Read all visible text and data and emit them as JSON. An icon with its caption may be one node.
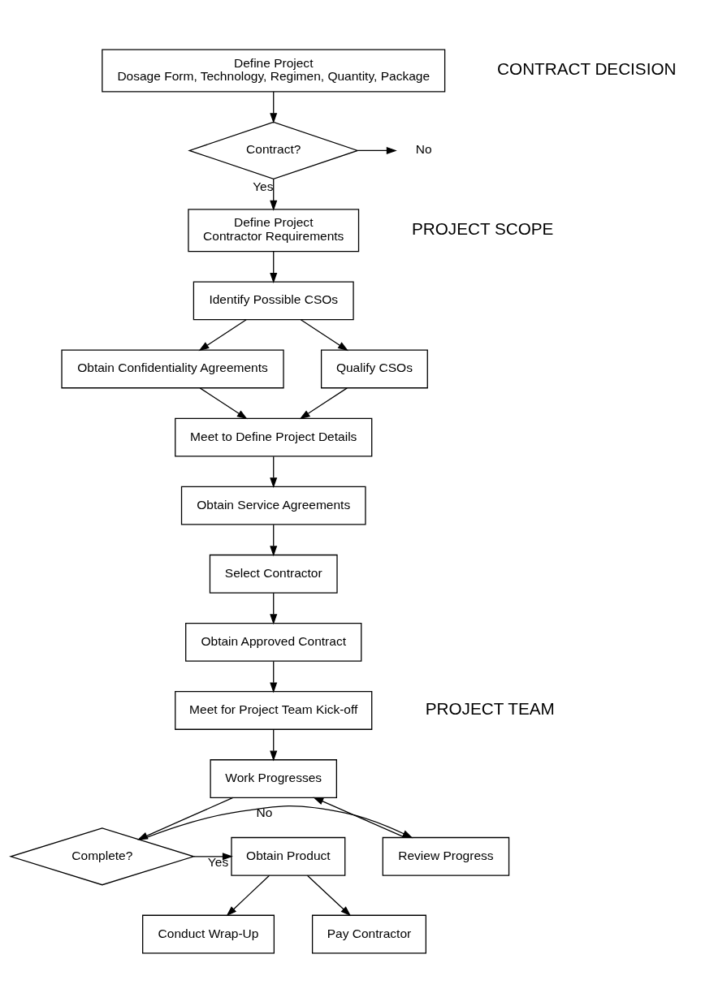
{
  "diagram": {
    "nodes": [
      {
        "text": [
          "Define Project",
          "Dosage Form, Technology, Regimen, Quantity, Package"
        ]
      },
      {
        "text": [
          "Contract?"
        ]
      },
      {
        "text": [
          "No"
        ]
      },
      {
        "text": [
          "Define Project",
          "Contractor Requirements"
        ]
      },
      {
        "text": [
          "Identify Possible CSOs"
        ]
      },
      {
        "text": [
          "Obtain Confidentiality Agreements"
        ]
      },
      {
        "text": [
          "Qualify CSOs"
        ]
      },
      {
        "text": [
          "Meet to Define Project Details"
        ]
      },
      {
        "text": [
          "Obtain Service Agreements"
        ]
      },
      {
        "text": [
          "Select Contractor"
        ]
      },
      {
        "text": [
          "Obtain Approved Contract"
        ]
      },
      {
        "text": [
          "Meet for Project Team Kick-off"
        ]
      },
      {
        "text": [
          "Work Progresses"
        ]
      },
      {
        "text": [
          "Complete?"
        ]
      },
      {
        "text": [
          "Review Progress"
        ]
      },
      {
        "text": [
          "Obtain Product"
        ]
      },
      {
        "text": [
          "Conduct Wrap-Up"
        ]
      },
      {
        "text": [
          "Pay Contractor"
        ]
      }
    ],
    "edges": [
      {
        "from": 0,
        "to": 1,
        "arrow": "to"
      },
      {
        "from": 1,
        "to": 2,
        "arrow": "to"
      },
      {
        "from": 1,
        "to": 3,
        "arrow": "to",
        "label": "Yes"
      },
      {
        "from": 3,
        "to": 4,
        "arrow": "to"
      },
      {
        "from": 4,
        "to": 5,
        "arrow": "to"
      },
      {
        "from": 4,
        "to": 6,
        "arrow": "to"
      },
      {
        "from": 5,
        "to": 7,
        "arrow": "to"
      },
      {
        "from": 6,
        "to": 7,
        "arrow": "to"
      },
      {
        "from": 7,
        "to": 8,
        "arrow": "to"
      },
      {
        "from": 8,
        "to": 9,
        "arrow": "to"
      },
      {
        "from": 9,
        "to": 10,
        "arrow": "to"
      },
      {
        "from": 10,
        "to": 11,
        "arrow": "to"
      },
      {
        "from": 11,
        "to": 12,
        "arrow": "to"
      },
      {
        "from": 12,
        "to": 13,
        "arrow": "to"
      },
      {
        "from": 13,
        "to": 14,
        "arrow": "to",
        "label": "No"
      },
      {
        "from": 13,
        "to": 15,
        "arrow": "to",
        "label": "Yes"
      },
      {
        "from": 14,
        "to": 12,
        "arrow": "to"
      },
      {
        "from": 15,
        "to": 16,
        "arrow": "to"
      },
      {
        "from": 15,
        "to": 17,
        "arrow": "to"
      }
    ],
    "labels": [
      "CONTRACT DECISION",
      "PROJECT SCOPE",
      "PROJECT TEAM"
    ]
  }
}
